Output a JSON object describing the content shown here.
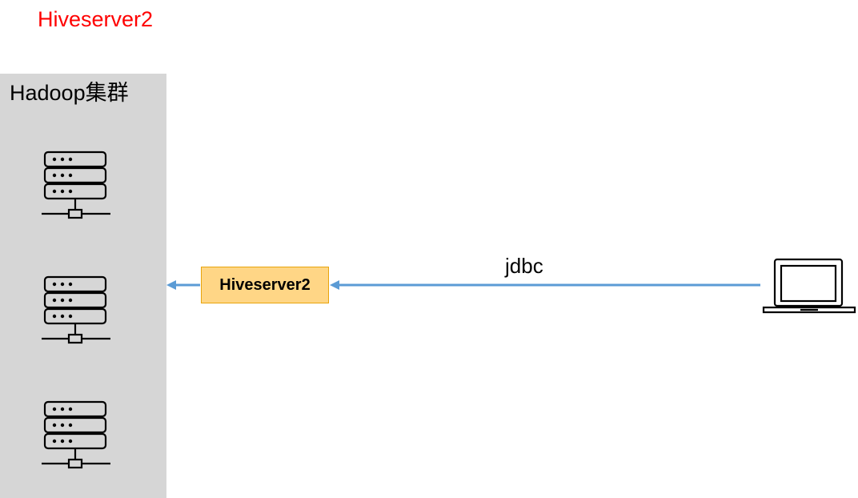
{
  "title": {
    "text": "Hiveserver2",
    "color": "#ff0000"
  },
  "cluster": {
    "label": "Hadoop集群",
    "background": "#d6d6d6",
    "servers": [
      {
        "icon": "server-icon"
      },
      {
        "icon": "server-icon"
      },
      {
        "icon": "server-icon"
      }
    ]
  },
  "hiveserver": {
    "label": "Hiveserver2",
    "fill": "#ffd686",
    "border": "#e8a40c"
  },
  "connection": {
    "label": "jdbc",
    "color": "#5b9bd5"
  },
  "client": {
    "icon": "laptop-icon"
  }
}
